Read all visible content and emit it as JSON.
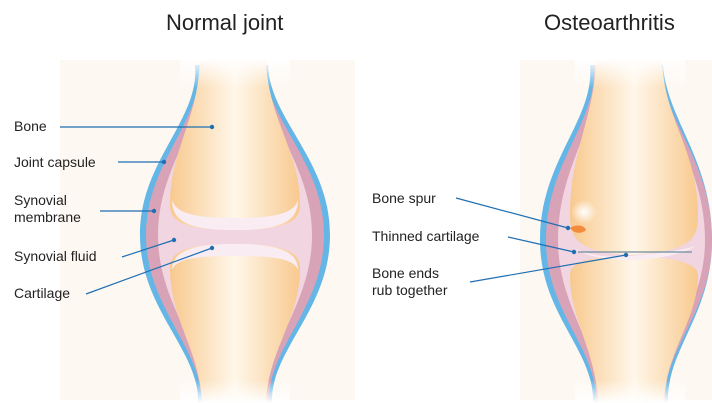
{
  "panels": {
    "normal": {
      "title": "Normal joint",
      "labels": {
        "bone": "Bone",
        "joint_capsule": "Joint capsule",
        "synovial_membrane_line1": "Synovial",
        "synovial_membrane_line2": "membrane",
        "synovial_fluid": "Synovial fluid",
        "cartilage": "Cartilage"
      }
    },
    "osteoarthritis": {
      "title": "Osteoarthritis",
      "labels": {
        "bone_spur": "Bone spur",
        "thinned_cartilage": "Thinned cartilage",
        "bone_ends_line1": "Bone ends",
        "bone_ends_line2": "rub together"
      }
    }
  },
  "colors": {
    "capsule_outline": "#63b6e6",
    "synovial_membrane": "#d9a3b7",
    "synovial_fluid": "#f1d5e0",
    "bone": "#fbd9aa",
    "bone_marrow": "#fff7ea",
    "cartilage": "#f9ecf3",
    "leader_line": "#1f6fb2",
    "bone_spur": "#f28b3c"
  }
}
